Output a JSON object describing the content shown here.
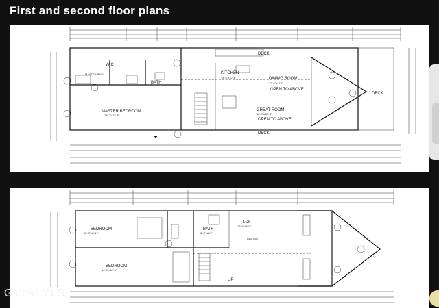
{
  "header": {
    "title": "First and second floor plans"
  },
  "first_floor": {
    "rooms": {
      "wic": "WIC",
      "master_bath": "MASTER BATH",
      "bath": "BATH",
      "kitchen": "KITCHEN",
      "kitchen_dims": "14'-5\"x12'-6\"",
      "dining": "DINING ROOM",
      "dining_dims": "12'-6\"x11'7\"",
      "open_above_1": "OPEN TO ABOVE",
      "master_bedroom": "MASTER BEDROOM",
      "master_bedroom_dims": "18'-2\"x12'-6\"",
      "great_room": "GREAT ROOM",
      "great_room_dims": "18'-4\"x12'-8\"",
      "open_above_2": "OPEN TO ABOVE",
      "deck_top": "DECK",
      "deck_right": "DECK",
      "deck_bottom": "DECK"
    }
  },
  "second_floor": {
    "rooms": {
      "bedroom1": "BEDROOM",
      "bedroom1_dims": "12'-5\"x8'-11\"",
      "bath": "BATH",
      "bath_dims": "8'-6\"x8'-0\"",
      "loft": "LOFT",
      "loft_dims": "12'-6\"x8'-9\"",
      "railing": "RAILING",
      "bedroom2": "BEDROOM",
      "bedroom2_dims": "14'-2\"x12'-6\"",
      "up": "UP"
    }
  },
  "watermark": "Global MLS"
}
